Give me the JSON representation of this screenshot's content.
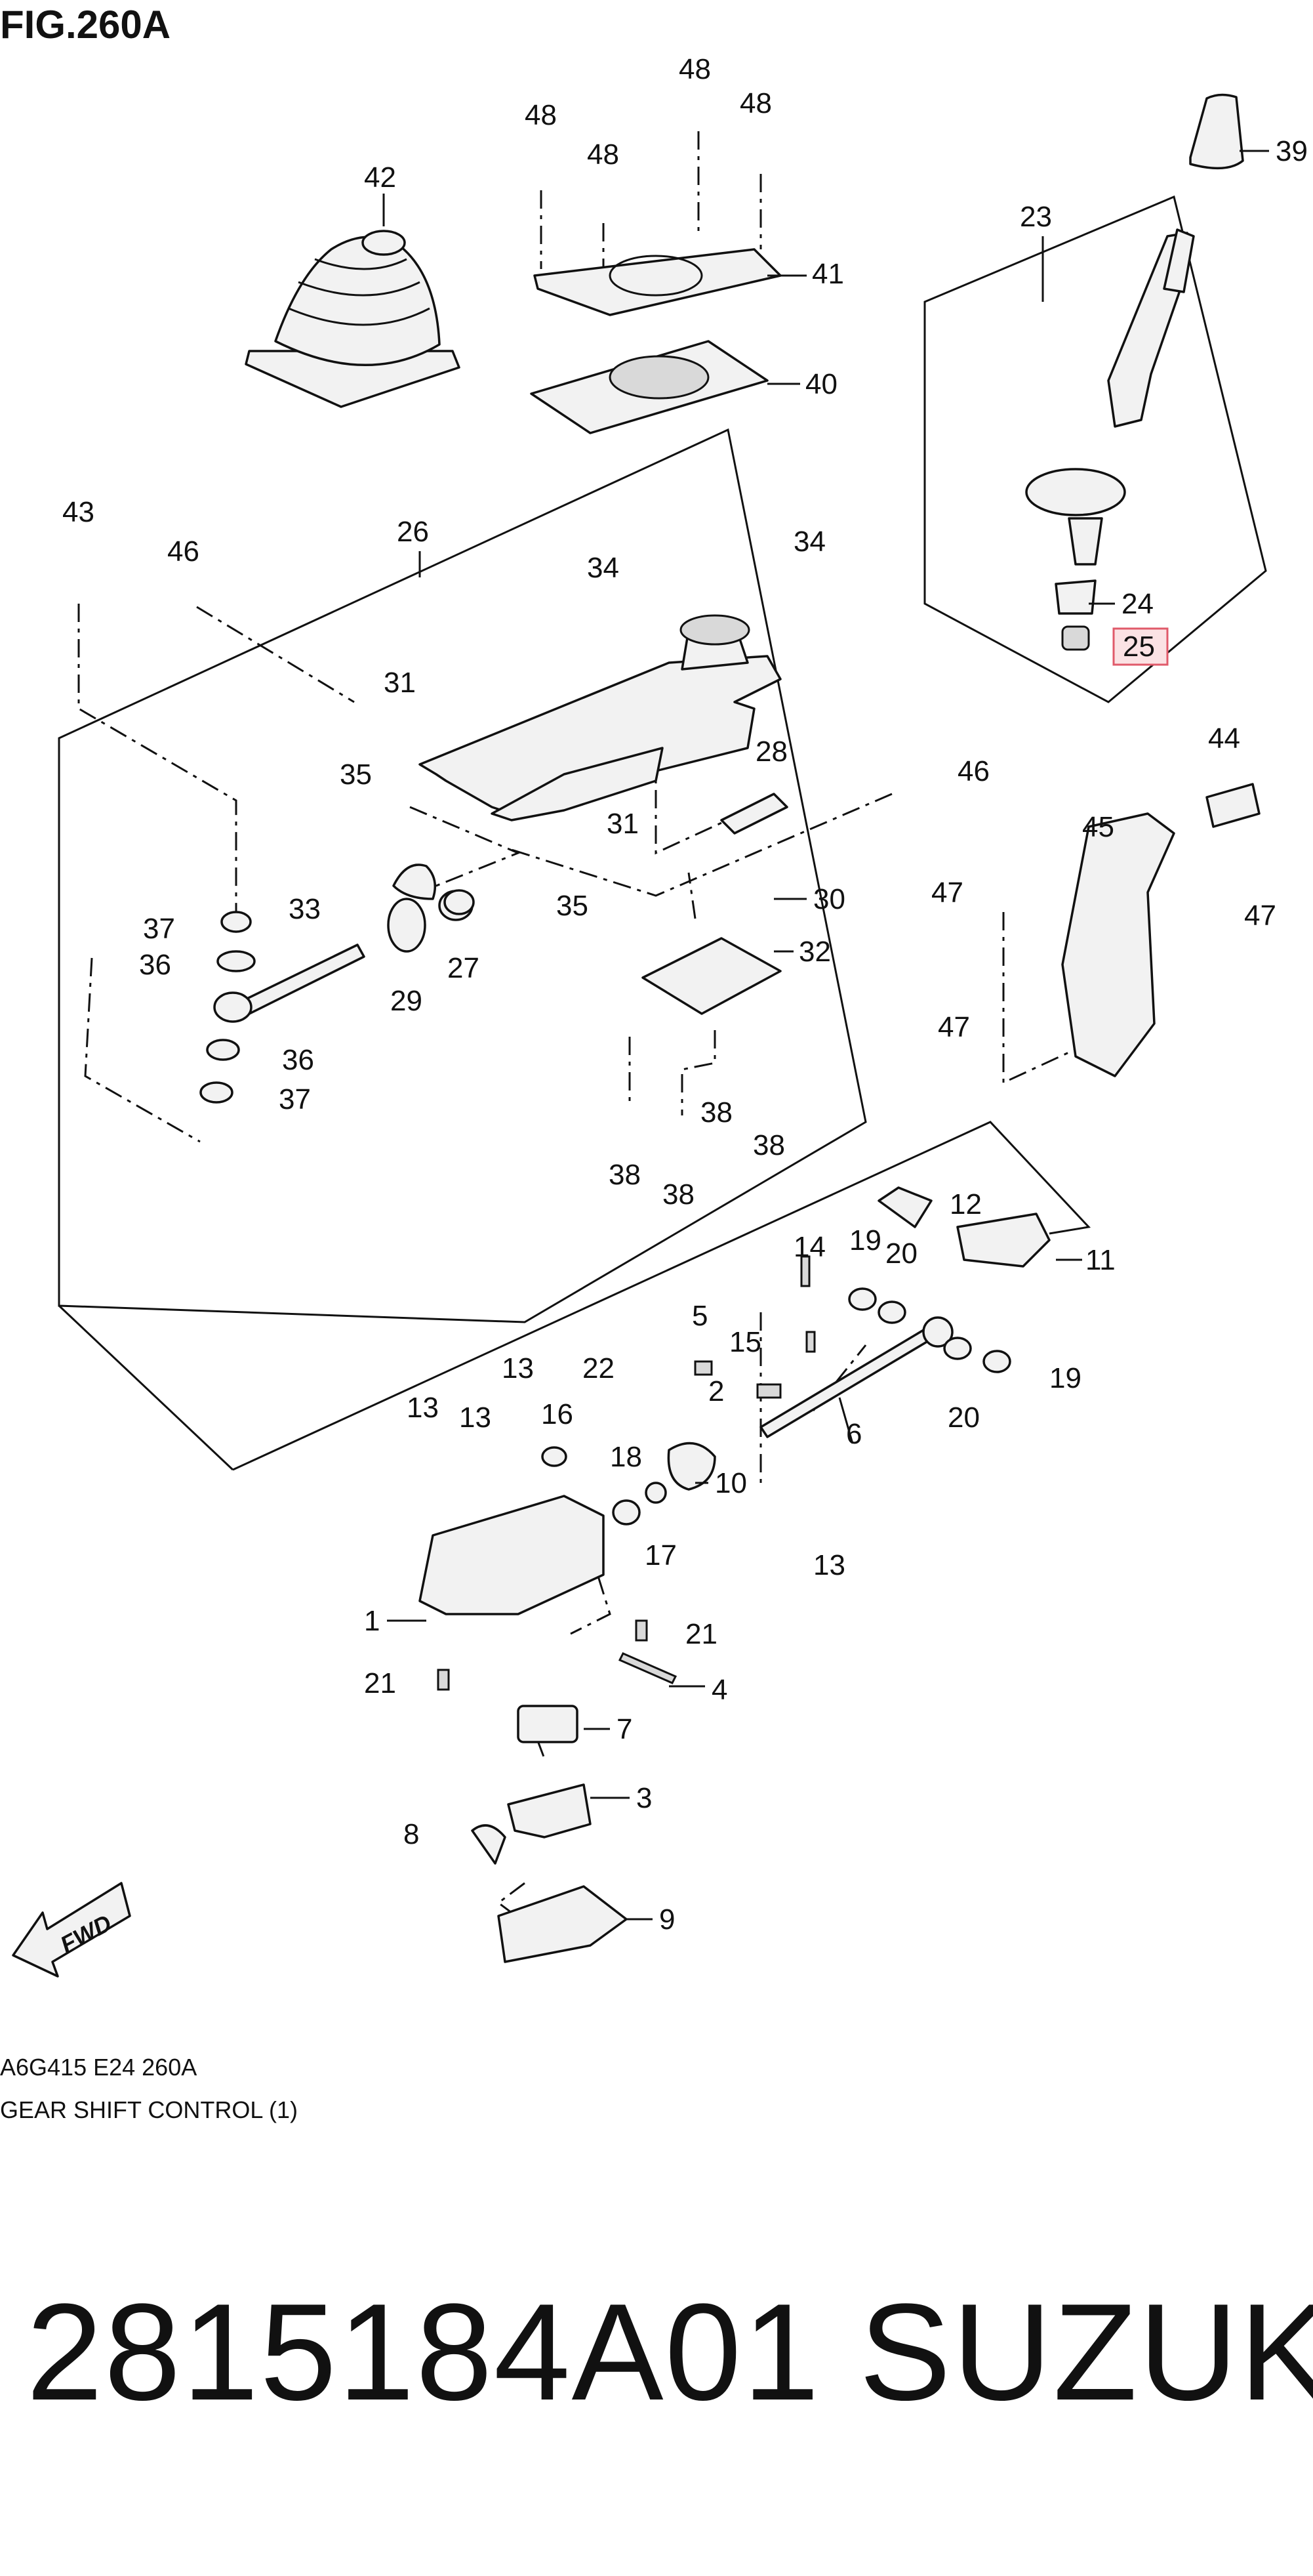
{
  "figure_title": "FIG.260A",
  "diagram_code": "A6G415 E24 260A",
  "diagram_caption": "GEAR SHIFT CONTROL (1)",
  "part_number": "2815184A01",
  "brand": "SUZUKI",
  "fwd_label": "FWD",
  "highlight_color": "#e05a6a",
  "callouts": [
    {
      "id": "c48a",
      "label": "48"
    },
    {
      "id": "c48b",
      "label": "48"
    },
    {
      "id": "c48c",
      "label": "48"
    },
    {
      "id": "c48d",
      "label": "48"
    },
    {
      "id": "c42",
      "label": "42"
    },
    {
      "id": "c41",
      "label": "41"
    },
    {
      "id": "c40",
      "label": "40"
    },
    {
      "id": "c39",
      "label": "39"
    },
    {
      "id": "c23",
      "label": "23"
    },
    {
      "id": "c24",
      "label": "24"
    },
    {
      "id": "c25",
      "label": "25",
      "highlighted": true
    },
    {
      "id": "c43",
      "label": "43"
    },
    {
      "id": "c46a",
      "label": "46"
    },
    {
      "id": "c26",
      "label": "26"
    },
    {
      "id": "c34a",
      "label": "34"
    },
    {
      "id": "c34b",
      "label": "34"
    },
    {
      "id": "c31a",
      "label": "31"
    },
    {
      "id": "c35a",
      "label": "35"
    },
    {
      "id": "c28",
      "label": "28"
    },
    {
      "id": "c31b",
      "label": "31"
    },
    {
      "id": "c35b",
      "label": "35"
    },
    {
      "id": "c30",
      "label": "30"
    },
    {
      "id": "c37a",
      "label": "37"
    },
    {
      "id": "c36a",
      "label": "36"
    },
    {
      "id": "c33",
      "label": "33"
    },
    {
      "id": "c29",
      "label": "29"
    },
    {
      "id": "c27",
      "label": "27"
    },
    {
      "id": "c32",
      "label": "32"
    },
    {
      "id": "c36b",
      "label": "36"
    },
    {
      "id": "c37b",
      "label": "37"
    },
    {
      "id": "c38a",
      "label": "38"
    },
    {
      "id": "c38b",
      "label": "38"
    },
    {
      "id": "c38c",
      "label": "38"
    },
    {
      "id": "c38d",
      "label": "38"
    },
    {
      "id": "c44",
      "label": "44"
    },
    {
      "id": "c46b",
      "label": "46"
    },
    {
      "id": "c45",
      "label": "45"
    },
    {
      "id": "c47a",
      "label": "47"
    },
    {
      "id": "c47b",
      "label": "47"
    },
    {
      "id": "c47c",
      "label": "47"
    },
    {
      "id": "c12",
      "label": "12"
    },
    {
      "id": "c11",
      "label": "11"
    },
    {
      "id": "c14",
      "label": "14"
    },
    {
      "id": "c19a",
      "label": "19"
    },
    {
      "id": "c20a",
      "label": "20"
    },
    {
      "id": "c5",
      "label": "5"
    },
    {
      "id": "c15",
      "label": "15"
    },
    {
      "id": "c22",
      "label": "22"
    },
    {
      "id": "c2",
      "label": "2"
    },
    {
      "id": "c6",
      "label": "6"
    },
    {
      "id": "c20b",
      "label": "20"
    },
    {
      "id": "c19b",
      "label": "19"
    },
    {
      "id": "c13a",
      "label": "13"
    },
    {
      "id": "c13b",
      "label": "13"
    },
    {
      "id": "c13c",
      "label": "13"
    },
    {
      "id": "c16",
      "label": "16"
    },
    {
      "id": "c18",
      "label": "18"
    },
    {
      "id": "c10",
      "label": "10"
    },
    {
      "id": "c17",
      "label": "17"
    },
    {
      "id": "c13d",
      "label": "13"
    },
    {
      "id": "c1",
      "label": "1"
    },
    {
      "id": "c21a",
      "label": "21"
    },
    {
      "id": "c21b",
      "label": "21"
    },
    {
      "id": "c4",
      "label": "4"
    },
    {
      "id": "c7",
      "label": "7"
    },
    {
      "id": "c3",
      "label": "3"
    },
    {
      "id": "c8",
      "label": "8"
    },
    {
      "id": "c9",
      "label": "9"
    }
  ]
}
